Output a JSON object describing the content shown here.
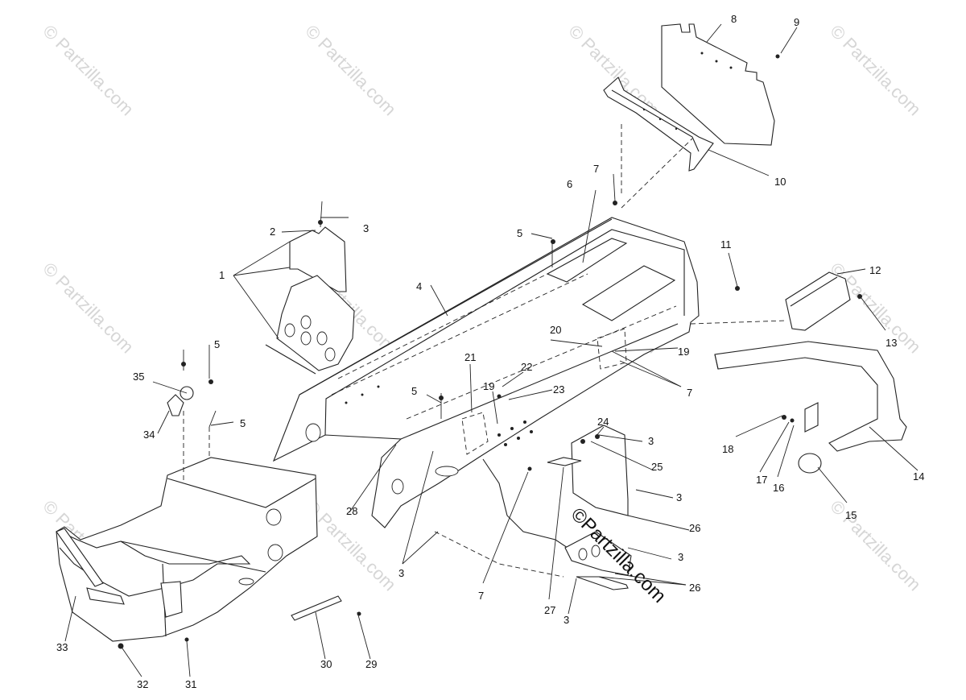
{
  "diagram": {
    "callouts": [
      "1",
      "2",
      "3",
      "4",
      "5",
      "6",
      "7",
      "8",
      "9",
      "10",
      "11",
      "12",
      "13",
      "14",
      "15",
      "16",
      "17",
      "18",
      "19",
      "20",
      "21",
      "22",
      "23",
      "24",
      "25",
      "26",
      "27",
      "28",
      "29",
      "30",
      "31",
      "32",
      "33",
      "34",
      "35"
    ],
    "watermark": "© Partzilla.com",
    "stamp": "©Partzilla.com"
  }
}
